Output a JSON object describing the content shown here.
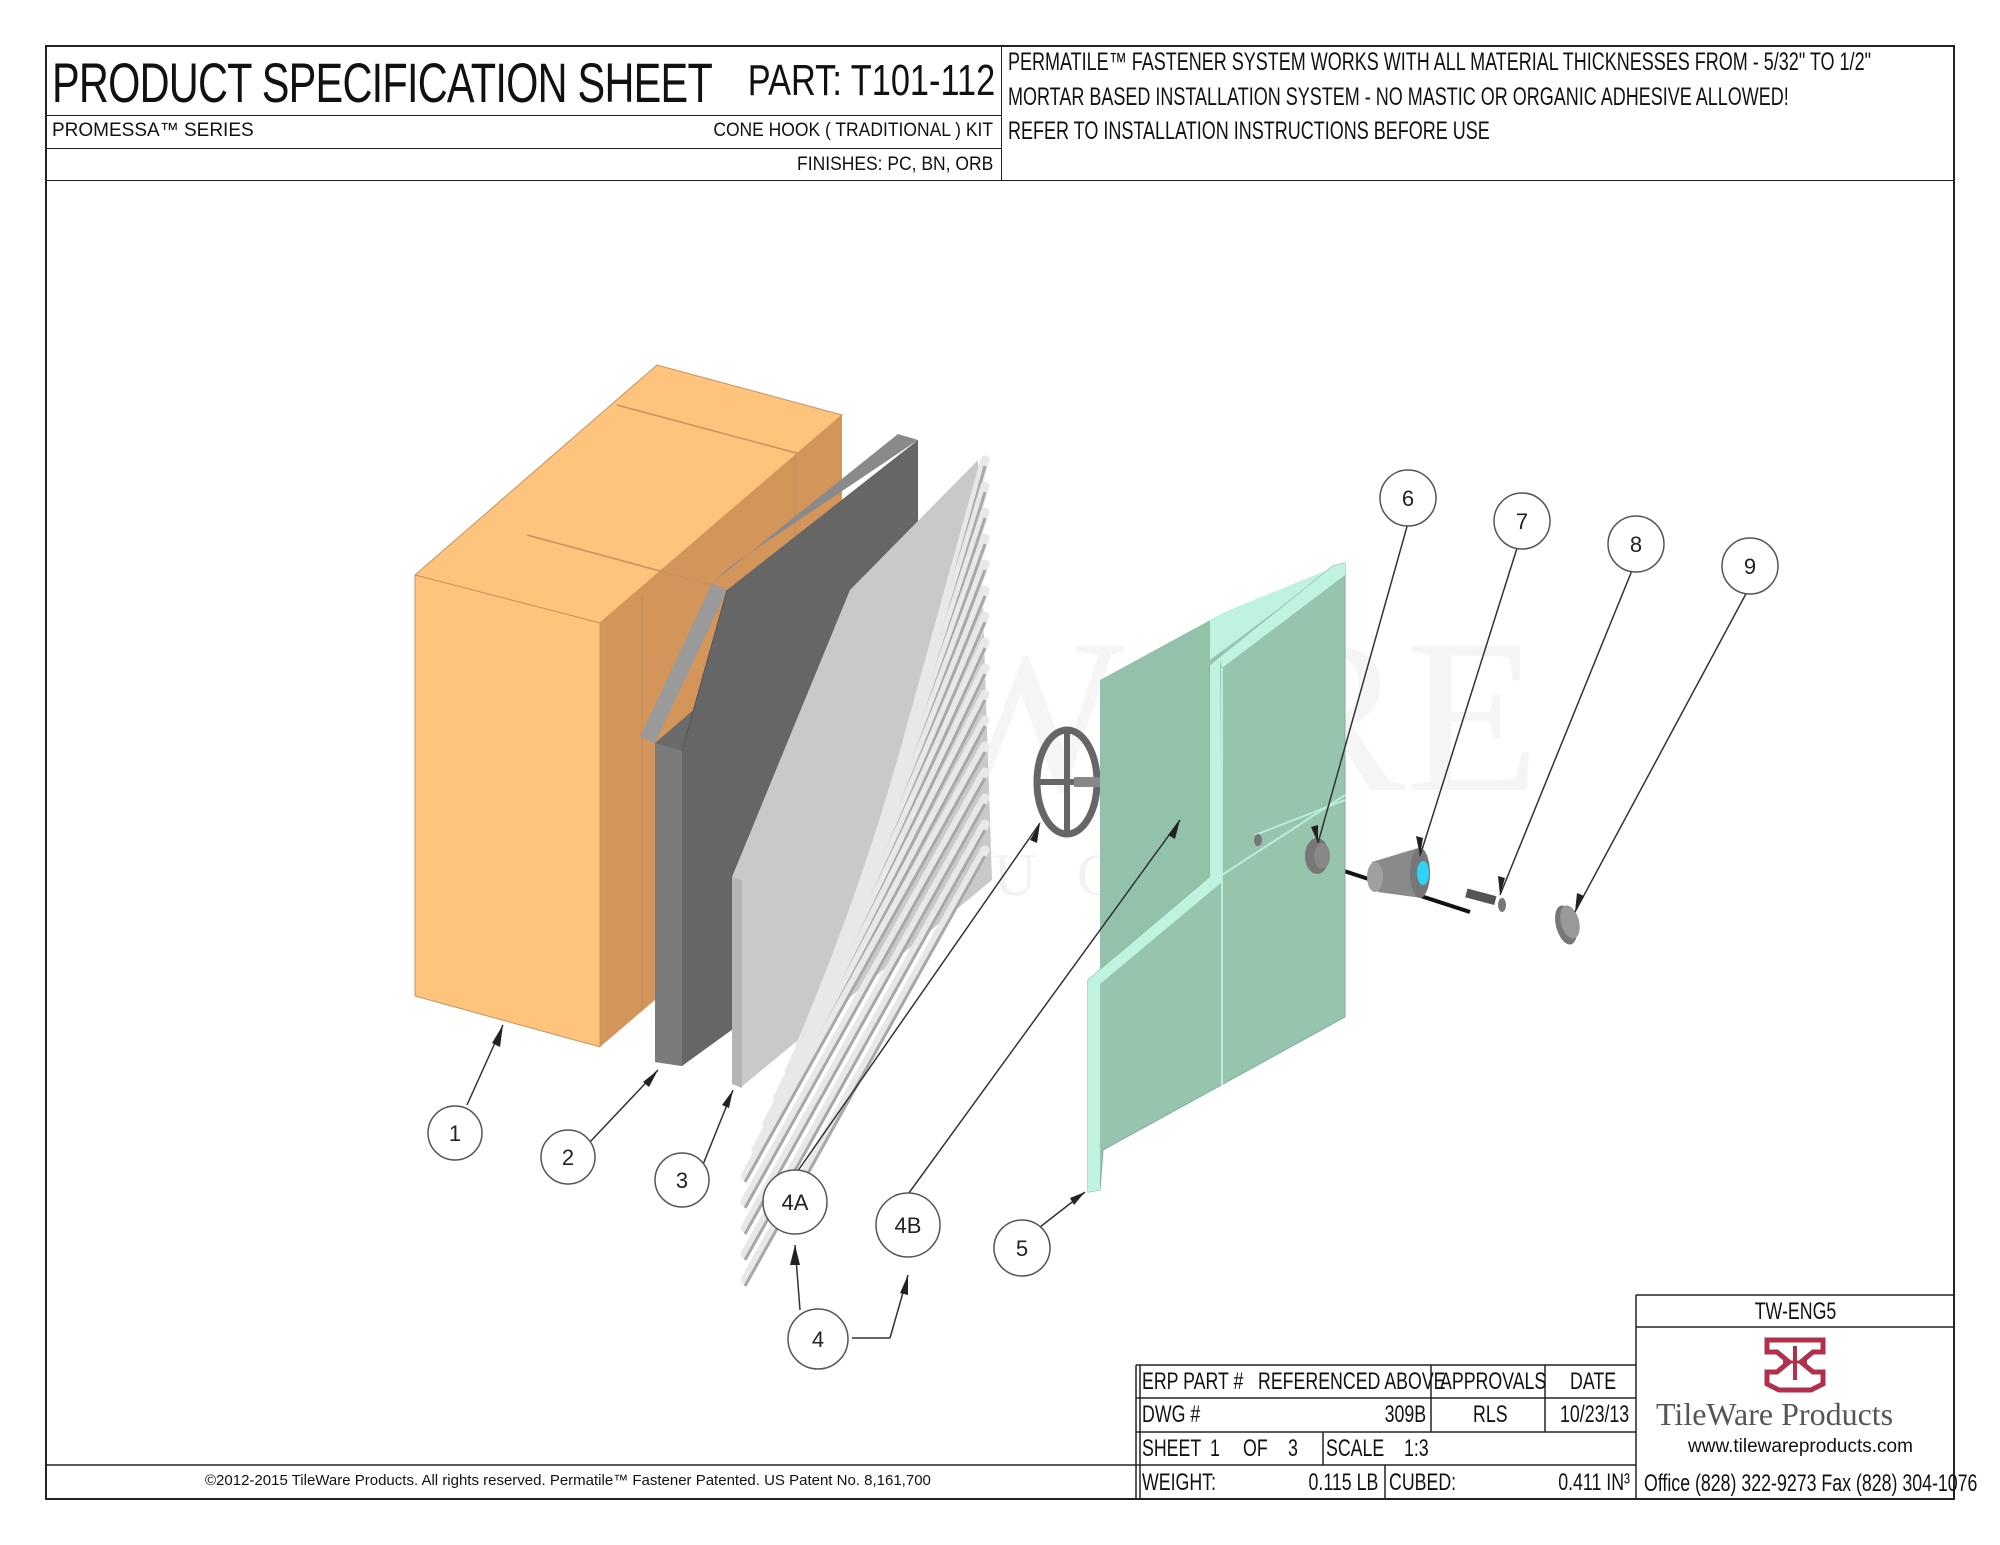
{
  "header": {
    "title": "PRODUCT SPECIFICATION SHEET",
    "part": "PART:  T101-112",
    "series": "PROMESSA™ SERIES",
    "kit": "CONE HOOK ( TRADITIONAL ) KIT",
    "finishes": "FINISHES:  PC, BN, ORB"
  },
  "notes": [
    "PERMATILE™ FASTENER SYSTEM WORKS WITH ALL MATERIAL THICKNESSES FROM - 5/32\" TO 1/2\"",
    "MORTAR BASED INSTALLATION SYSTEM - NO MASTIC OR ORGANIC ADHESIVE ALLOWED!",
    "REFER TO INSTALLATION INSTRUCTIONS BEFORE USE"
  ],
  "watermark": "TILEWARE",
  "watermark_sub": "PRODUCTS",
  "callouts": [
    "1",
    "2",
    "3",
    "4A",
    "4B",
    "4",
    "5",
    "6",
    "7",
    "8",
    "9"
  ],
  "title_block": {
    "doc_code": "TW-ENG5",
    "erp_label": "ERP PART #",
    "erp_value": "REFERENCED ABOVE",
    "approvals_label": "APPROVALS",
    "date_label": "DATE",
    "dwg_label": "DWG #",
    "dwg_value": "309B",
    "approvals_value": "RLS",
    "date_value": "10/23/13",
    "sheet_label": "SHEET",
    "sheet_num": "1",
    "of_label": "OF",
    "sheet_total": "3",
    "scale_label": "SCALE",
    "scale_value": "1:3",
    "weight_label": "WEIGHT:",
    "weight_value": "0.115  LB",
    "cubed_label": "CUBED:",
    "cubed_value": "0.411  IN³"
  },
  "company": {
    "name": "TileWare Products",
    "url": "www.tilewareproducts.com",
    "phone": "Office (828) 322-9273  Fax (828) 304-1076"
  },
  "copyright": "©2012-2015 TileWare Products. All rights reserved. Permatile™ Fastener Patented. US Patent No. 8,161,700",
  "colors": {
    "wall": "#fec47e",
    "wall_side": "#d3955a",
    "board": "#6b6b6b",
    "membrane": "#c9c9c9",
    "tile": "#96c4ad",
    "tile_edge": "#bff3df",
    "logo": "#b0304e"
  }
}
